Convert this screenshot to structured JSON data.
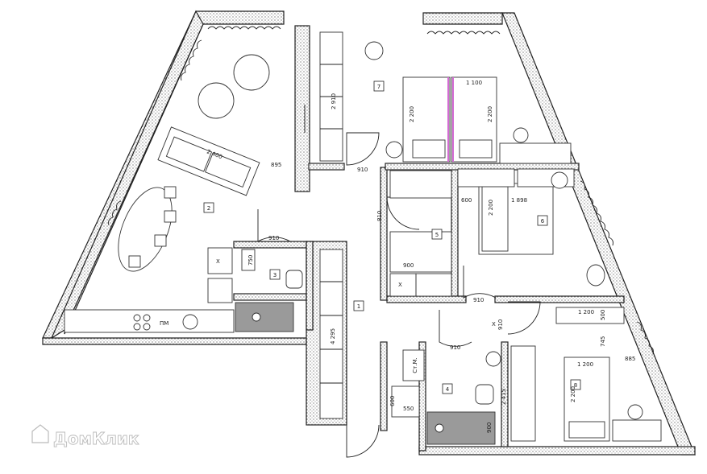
{
  "rooms": [
    {
      "id": "1",
      "label": "1"
    },
    {
      "id": "2",
      "label": "2"
    },
    {
      "id": "3",
      "label": "3"
    },
    {
      "id": "4",
      "label": "4"
    },
    {
      "id": "5",
      "label": "5"
    },
    {
      "id": "6",
      "label": "6"
    },
    {
      "id": "7",
      "label": "7"
    },
    {
      "id": "8",
      "label": "8"
    }
  ],
  "dimensions": {
    "sofa_len": "2 400",
    "d895": "895",
    "d2910": "2 910",
    "d910_a": "910",
    "d910_b": "910",
    "d910_c": "910",
    "d910_d": "910",
    "d910_e": "910",
    "d810": "810",
    "d900_a": "900",
    "d750": "750",
    "d1100": "1 100",
    "d2200_a": "2 200",
    "d2200_b": "2 200",
    "d2200_c": "2 200",
    "d2200_d": "2 200",
    "d600": "600",
    "d1898": "1 898",
    "d1200_a": "1 200",
    "d1200_b": "1 200",
    "d500": "500",
    "d745": "745",
    "d885": "885",
    "d4295": "4 295",
    "d2415": "2 415",
    "d600_b": "600",
    "d550": "550",
    "d900_b": "900"
  },
  "labels": {
    "pm": "ПМ",
    "stm": "Ст.М.",
    "x1": "Х",
    "x2": "Х",
    "x3": "Х"
  },
  "watermark": "ДомКлик"
}
